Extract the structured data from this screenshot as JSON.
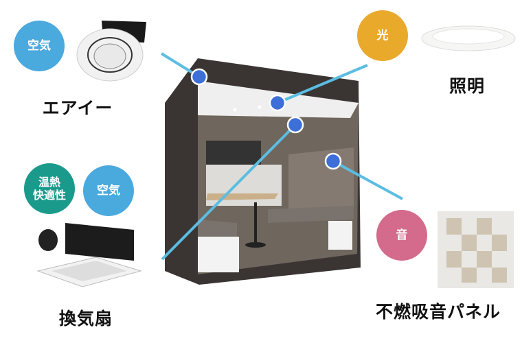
{
  "features": {
    "air_vent": {
      "badge": "空気",
      "name": "エアイー"
    },
    "fan": {
      "badges": [
        "温熱\n快適性",
        "空気"
      ],
      "badge_1_line1": "温熱",
      "badge_1_line2": "快適性",
      "badge_2": "空気",
      "name": "換気扇"
    },
    "light": {
      "badge": "光",
      "name": "照明"
    },
    "panel": {
      "badge": "音",
      "name": "不燃吸音パネル"
    }
  },
  "colors": {
    "air": "#4aa9dd",
    "thermal": "#1a9a8b",
    "light": "#e9a92b",
    "sound": "#d46b8c",
    "line": "#5bbde2",
    "dot": "#3e6fd9"
  }
}
